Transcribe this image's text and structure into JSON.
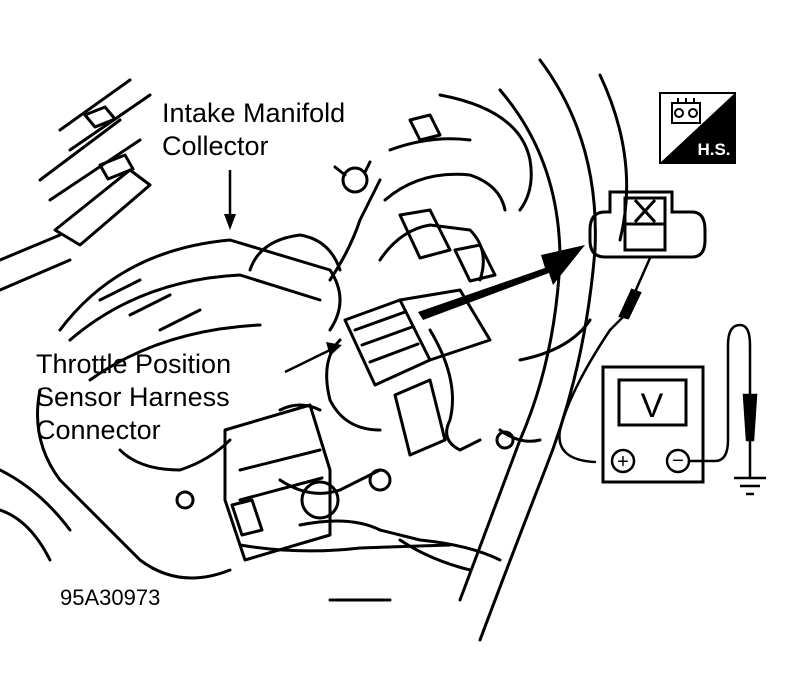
{
  "labels": {
    "intake_line1": "Intake Manifold",
    "intake_line2": "Collector",
    "tps_line1": "Throttle Position",
    "tps_line2": "Sensor Harness",
    "tps_line3": "Connector",
    "figure_id": "95A30973"
  },
  "badge": {
    "text": "H.S."
  },
  "meter": {
    "display": "V",
    "positive": "+",
    "negative": "−"
  },
  "colors": {
    "ink": "#000000",
    "paper": "#ffffff"
  }
}
